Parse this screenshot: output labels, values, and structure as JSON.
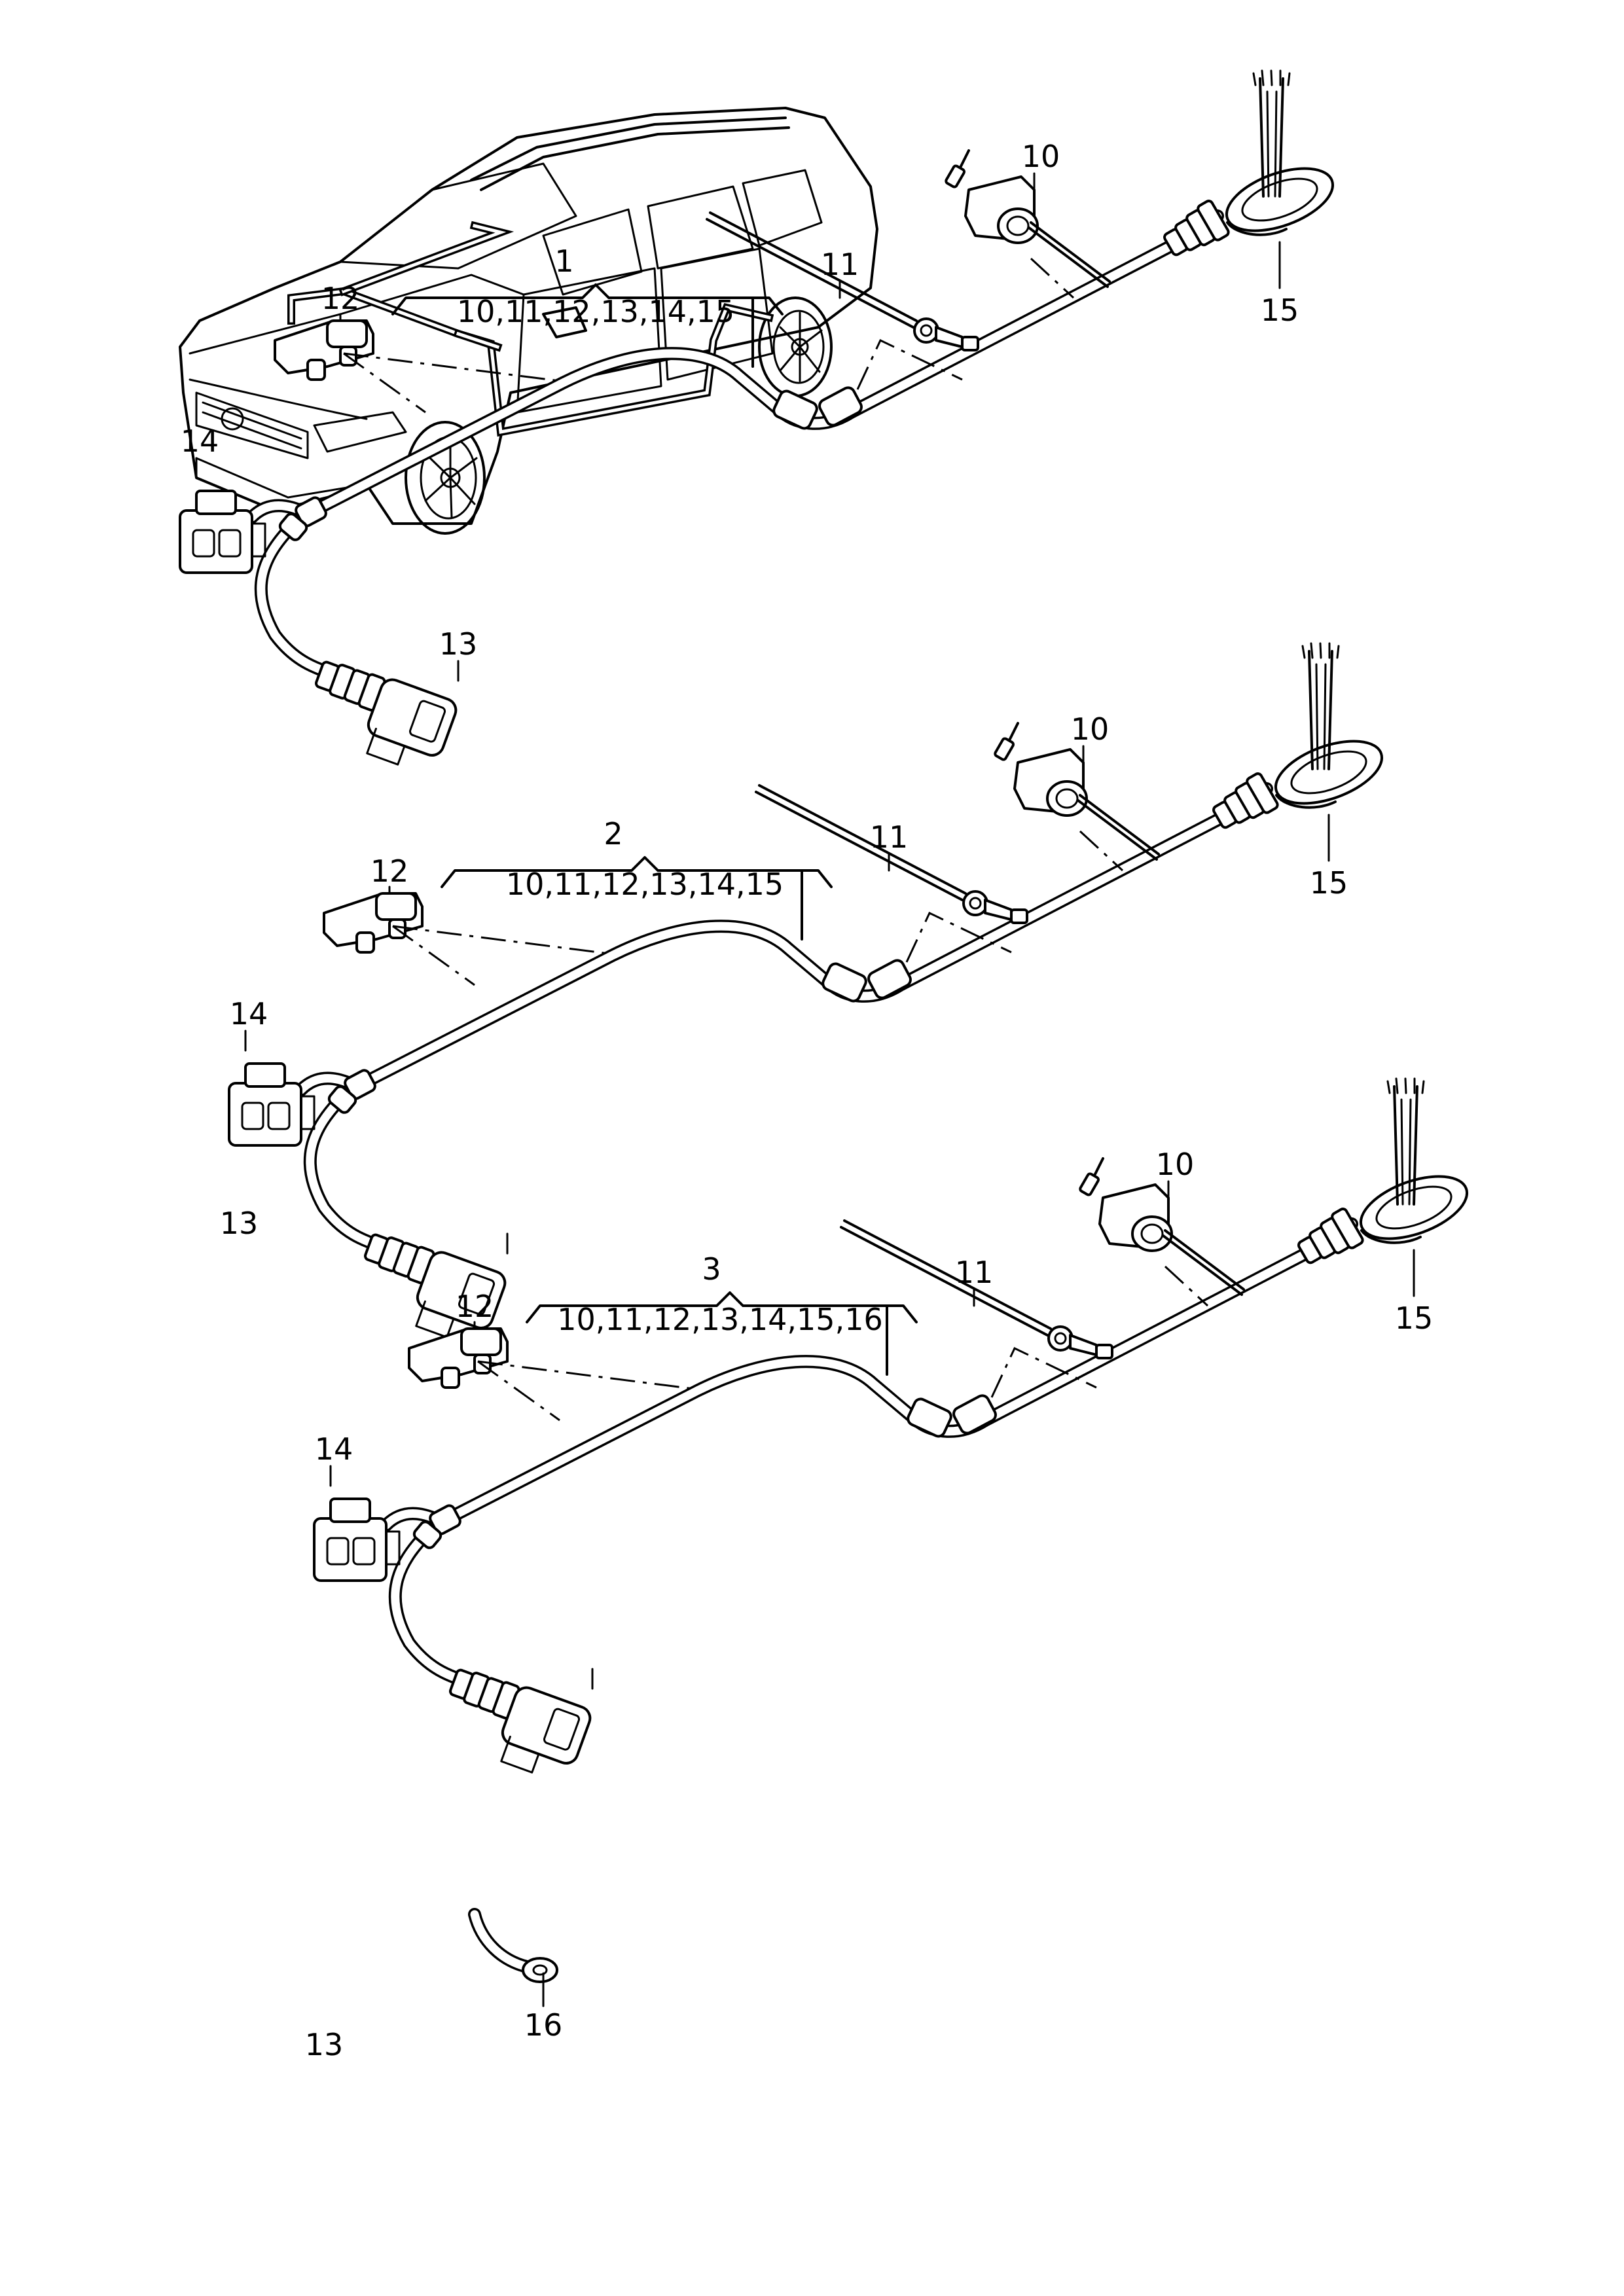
{
  "diagram": {
    "assemblies": [
      {
        "id": "1",
        "contents": "10,11,12,13,14,15",
        "callouts": {
          "p10": "10",
          "p11": "11",
          "p12": "12",
          "p13": "13",
          "p14": "14",
          "p15": "15"
        }
      },
      {
        "id": "2",
        "contents": "10,11,12,13,14,15",
        "callouts": {
          "p10": "10",
          "p11": "11",
          "p12": "12",
          "p13": "13",
          "p14": "14",
          "p15": "15"
        }
      },
      {
        "id": "3",
        "contents": "10,11,12,13,14,15,16",
        "callouts": {
          "p10": "10",
          "p11": "11",
          "p12": "12",
          "p13": "13",
          "p14": "14",
          "p15": "15",
          "p16": "16"
        }
      }
    ]
  }
}
